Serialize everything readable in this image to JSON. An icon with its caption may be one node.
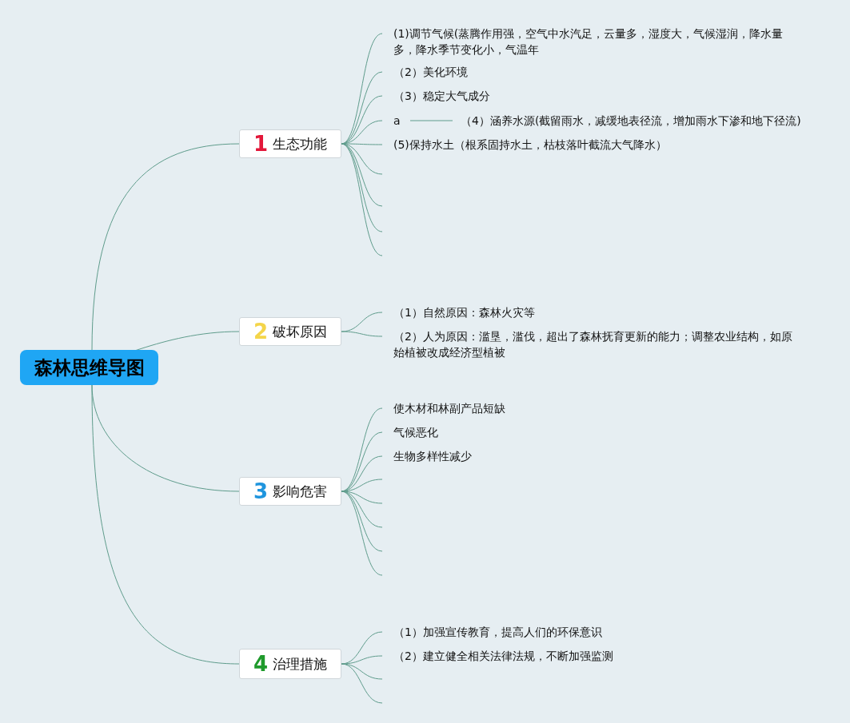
{
  "diagram": {
    "nodes": [
      {
        "text": [
          "森林思维导图"
        ]
      },
      {
        "text": [
          "1",
          "生态功能"
        ]
      },
      {
        "text": [
          "(1)调节气候(蒸腾作用强，空气中水汽足，云量多，湿度大，气候湿润，降水量多，降水季节变化小，气温年"
        ]
      },
      {
        "text": [
          "（2）美化环境"
        ]
      },
      {
        "text": [
          "（3）稳定大气成分"
        ]
      },
      {
        "text": [
          "a"
        ]
      },
      {
        "text": [
          "（4）涵养水源(截留雨水，减缓地表径流，增加雨水下渗和地下径流)"
        ]
      },
      {
        "text": [
          "(5)保持水土（根系固持水土，枯枝落叶截流大气降水）"
        ]
      },
      {
        "text": [
          "2",
          "破坏原因"
        ]
      },
      {
        "text": [
          "（1）自然原因：森林火灾等"
        ]
      },
      {
        "text": [
          "（2）人为原因：滥垦，滥伐，超出了森林抚育更新的能力；调整农业结构，如原始植被改成经济型植被"
        ]
      },
      {
        "text": [
          "3",
          "影响危害"
        ]
      },
      {
        "text": [
          "使木材和林副产品短缺"
        ]
      },
      {
        "text": [
          "气候恶化"
        ]
      },
      {
        "text": [
          "生物多样性减少"
        ]
      },
      {
        "text": [
          "4",
          "治理措施"
        ]
      },
      {
        "text": [
          "（1）加强宣传教育，提高人们的环保意识"
        ]
      },
      {
        "text": [
          "（2）建立健全相关法律法规，不断加强监测"
        ]
      }
    ],
    "edges": [
      {
        "from": 0,
        "to": 1,
        "arrow": "none"
      },
      {
        "from": 0,
        "to": 8,
        "arrow": "none"
      },
      {
        "from": 0,
        "to": 11,
        "arrow": "none"
      },
      {
        "from": 0,
        "to": 15,
        "arrow": "none"
      },
      {
        "from": 1,
        "to": 2,
        "arrow": "none"
      },
      {
        "from": 1,
        "to": 3,
        "arrow": "none"
      },
      {
        "from": 1,
        "to": 4,
        "arrow": "none"
      },
      {
        "from": 1,
        "to": 5,
        "arrow": "none"
      },
      {
        "from": 5,
        "to": 6,
        "arrow": "none"
      },
      {
        "from": 1,
        "to": 7,
        "arrow": "none"
      },
      {
        "from": 1,
        "to": null,
        "arrow": "none"
      },
      {
        "from": 1,
        "to": null,
        "arrow": "none"
      },
      {
        "from": 1,
        "to": null,
        "arrow": "none"
      },
      {
        "from": 1,
        "to": null,
        "arrow": "none"
      },
      {
        "from": 8,
        "to": 9,
        "arrow": "none"
      },
      {
        "from": 8,
        "to": 10,
        "arrow": "none"
      },
      {
        "from": 11,
        "to": 12,
        "arrow": "none"
      },
      {
        "from": 11,
        "to": 13,
        "arrow": "none"
      },
      {
        "from": 11,
        "to": 14,
        "arrow": "none"
      },
      {
        "from": 11,
        "to": null,
        "arrow": "none"
      },
      {
        "from": 11,
        "to": null,
        "arrow": "none"
      },
      {
        "from": 11,
        "to": null,
        "arrow": "none"
      },
      {
        "from": 11,
        "to": null,
        "arrow": "none"
      },
      {
        "from": 11,
        "to": null,
        "arrow": "none"
      },
      {
        "from": 15,
        "to": 16,
        "arrow": "none"
      },
      {
        "from": 15,
        "to": 17,
        "arrow": "none"
      },
      {
        "from": 15,
        "to": null,
        "arrow": "none"
      },
      {
        "from": 15,
        "to": null,
        "arrow": "none"
      }
    ]
  }
}
